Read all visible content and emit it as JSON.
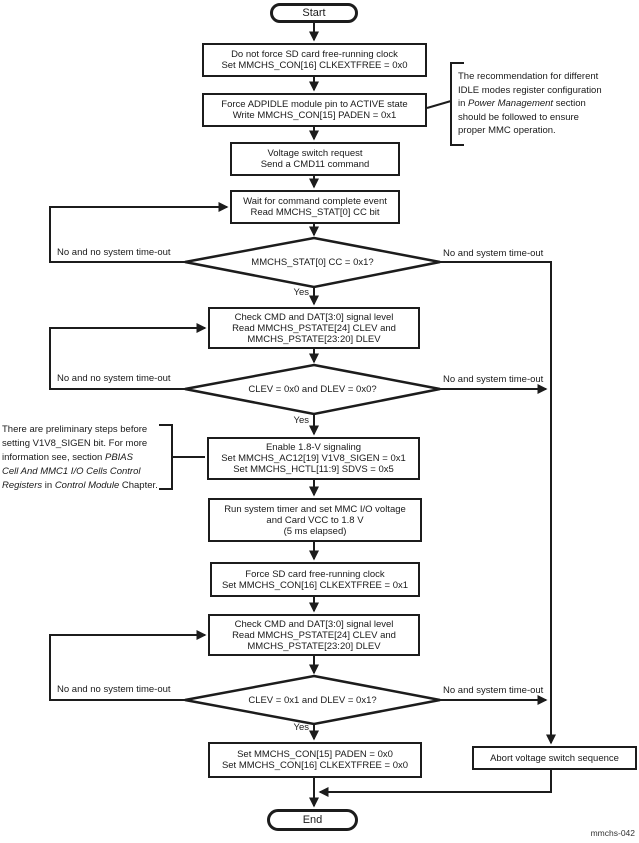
{
  "diagram": {
    "caption": "mmchs-042",
    "line_color": "#1c1c1c",
    "bg_color": "#ffffff"
  },
  "terminals": {
    "start": "Start",
    "end": "End"
  },
  "boxes": {
    "no_force_clock": {
      "l1": "Do not force SD card free-running clock",
      "l2": "Set MMCHS_CON[16] CLKEXTFREE = 0x0"
    },
    "force_adpidle": {
      "l1": "Force ADPIDLE module pin to ACTIVE state",
      "l2": "Write MMCHS_CON[15] PADEN = 0x1"
    },
    "voltage_switch": {
      "l1": "Voltage switch request",
      "l2": "Send a CMD11 command"
    },
    "wait_cc": {
      "l1": "Wait for command complete event",
      "l2": "Read MMCHS_STAT[0] CC bit"
    },
    "check_level_1": {
      "l1": "Check CMD and DAT[3:0] signal level",
      "l2": "Read MMCHS_PSTATE[24] CLEV and",
      "l3": "MMCHS_PSTATE[23:20] DLEV"
    },
    "enable_18v": {
      "l1": "Enable 1.8-V signaling",
      "l2": "Set MMCHS_AC12[19] V1V8_SIGEN = 0x1",
      "l3": "Set MMCHS_HCTL[11:9] SDVS = 0x5"
    },
    "run_timer": {
      "l1": "Run system timer and set MMC I/O voltage",
      "l2": "and Card VCC to 1.8 V",
      "l3": "(5 ms elapsed)"
    },
    "force_clock": {
      "l1": "Force SD card free-running clock",
      "l2": "Set MMCHS_CON[16] CLKEXTFREE = 0x1"
    },
    "check_level_2": {
      "l1": "Check CMD and DAT[3:0] signal level",
      "l2": "Read MMCHS_PSTATE[24] CLEV and",
      "l3": "MMCHS_PSTATE[23:20] DLEV"
    },
    "reset_paden": {
      "l1": "Set MMCHS_CON[15] PADEN = 0x0",
      "l2": "Set MMCHS_CON[16] CLKEXTFREE = 0x0"
    },
    "abort": {
      "l1": "Abort voltage switch sequence"
    }
  },
  "decisions": {
    "cc_set": "MMCHS_STAT[0] CC = 0x1?",
    "lev_low": "CLEV = 0x0 and DLEV = 0x0?",
    "lev_high": "CLEV = 0x1 and DLEV = 0x1?"
  },
  "edge_labels": {
    "yes": "Yes",
    "no_retry": "No and no system time-out",
    "no_timeout": "No and system time-out"
  },
  "notes": {
    "idle": {
      "line1": "The recommendation for different",
      "line2": "IDLE modes register configuration",
      "line3_pre": "in ",
      "line3_italic": "Power Management",
      "line3_post": " section",
      "line4": "should be followed to ensure",
      "line5": "proper MMC operation."
    },
    "pbias": {
      "line1": "There are preliminary steps before",
      "line2": "setting V1V8_SIGEN bit. For more",
      "line3_pre": "information see, section ",
      "line3_italic": "PBIAS",
      "line4_italic": "Cell And MMC1 I/O Cells Control",
      "line5_italic": "Registers",
      "line5_mid": " in ",
      "line5_italic2": "Control Module",
      "line5_post": " Chapter."
    }
  }
}
